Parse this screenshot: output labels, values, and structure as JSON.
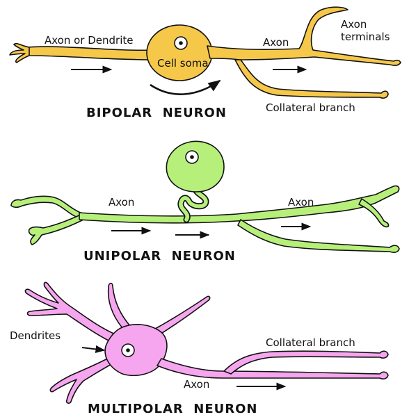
{
  "colors": {
    "bipolar": "#f6c84a",
    "unipolar": "#b6f07a",
    "multipolar": "#f5a6ee",
    "outline": "#111111"
  },
  "bipolar": {
    "title": "BIPOLAR  NEURON",
    "label_axon_or_dendrite": "Axon or Dendrite",
    "label_cell_soma": "Cell soma",
    "label_axon": "Axon",
    "label_axon_terminals_1": "Axon",
    "label_axon_terminals_2": "terminals",
    "label_collateral": "Collateral branch"
  },
  "unipolar": {
    "title": "UNIPOLAR  NEURON",
    "label_axon_left": "Axon",
    "label_axon_right": "Axon"
  },
  "multipolar": {
    "title": "MULTIPOLAR  NEURON",
    "label_dendrites": "Dendrites",
    "label_collateral": "Collateral branch",
    "label_axon": "Axon"
  }
}
